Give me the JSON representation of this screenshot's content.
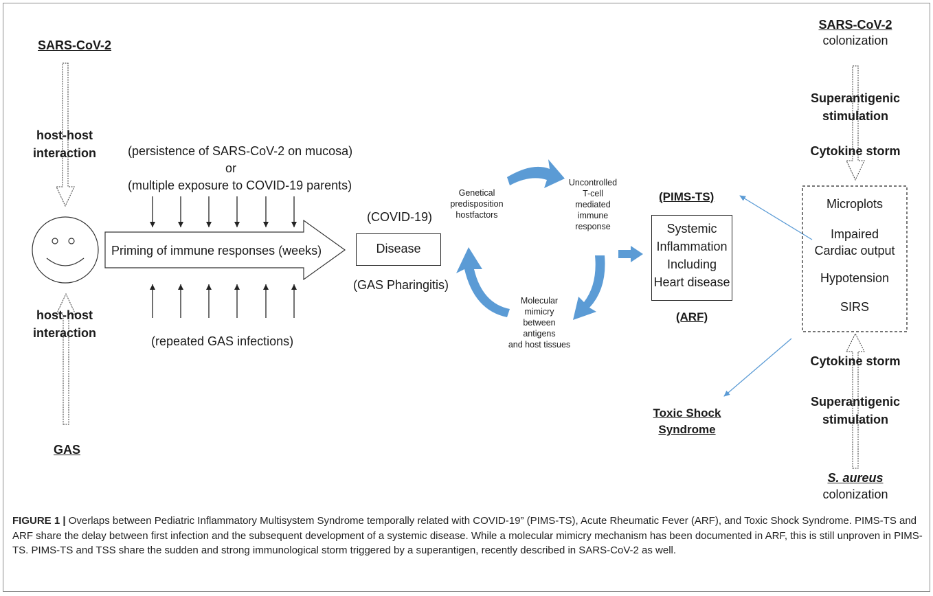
{
  "left": {
    "top_source": "SARS-CoV-2",
    "top_interaction": [
      "host-host",
      "interaction"
    ],
    "bottom_interaction": [
      "host-host",
      "interaction"
    ],
    "bottom_source": "GAS"
  },
  "priming": {
    "top_line1": "(persistence of SARS-CoV-2 on mucosa)",
    "top_or": "or",
    "top_line2": "(multiple exposure to COVID-19 parents)",
    "arrow_label": "Priming of immune responses (weeks)",
    "bottom_label": "(repeated GAS infections)"
  },
  "disease": {
    "top_label": "(COVID-19)",
    "box_label": "Disease",
    "bottom_label": "(GAS Pharingitis)"
  },
  "cycle": {
    "left": [
      "Genetical",
      "predisposition",
      "hostfactors"
    ],
    "right": [
      "Uncontrolled",
      "T-cell",
      "mediated",
      "immune",
      "response"
    ],
    "bottom": [
      "Molecular",
      "mimicry",
      "between",
      "antigens",
      "and host tissues"
    ]
  },
  "systemic": {
    "top_label": "(PIMS-TS)",
    "box": [
      "Systemic",
      "Inflammation",
      "Including",
      "Heart disease"
    ],
    "bottom_label": "(ARF)"
  },
  "tss": [
    "Toxic Shock",
    "Syndrome"
  ],
  "right": {
    "top_source": "SARS-CoV-2",
    "top_colonization": "colonization",
    "top_stim": [
      "Superantigenic",
      "stimulation"
    ],
    "top_storm": "Cytokine storm",
    "box": [
      "Microplots",
      "Impaired",
      "Cardiac output",
      "Hypotension",
      "SIRS"
    ],
    "bottom_storm": "Cytokine storm",
    "bottom_stim": [
      "Superantigenic",
      "stimulation"
    ],
    "bottom_source": "S. aureus",
    "bottom_colonization": "colonization"
  },
  "caption": {
    "label": "FIGURE 1 |",
    "text": " Overlaps between Pediatric Inflammatory Multisystem Syndrome temporally related with COVID-19” (PIMS-TS), Acute Rheumatic Fever (ARF), and Toxic Shock Syndrome. PIMS-TS and ARF share the delay between first infection and the subsequent development of a systemic disease. While a molecular mimicry mechanism has been documented in ARF, this is still unproven in PIMS-TS. PIMS-TS and TSS share the sudden and strong immunological storm triggered by a superantigen, recently described in SARS-CoV-2 as well."
  },
  "colors": {
    "cycle_arrow": "#5b9bd5",
    "thin_arrow": "#5b9bd5",
    "line": "#222222"
  }
}
